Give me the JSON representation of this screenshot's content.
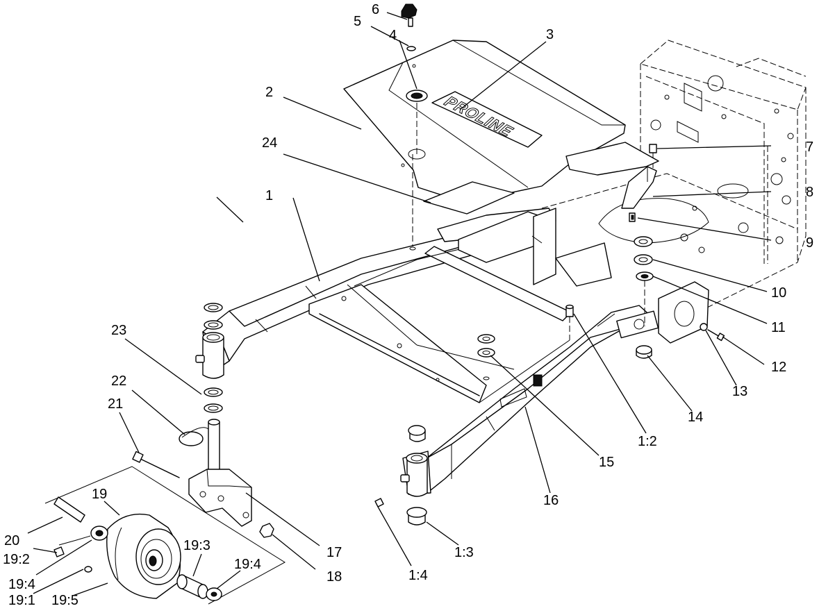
{
  "brand_text": "PROLINE",
  "callouts": {
    "c1": "1",
    "c2": "2",
    "c3": "3",
    "c4": "4",
    "c5": "5",
    "c6": "6",
    "c7": "7",
    "c8": "8",
    "c9": "9",
    "c10": "10",
    "c11": "11",
    "c12": "12",
    "c13": "13",
    "c14": "14",
    "c15": "15",
    "c16": "16",
    "c17": "17",
    "c18": "18",
    "c19": "19",
    "c20": "20",
    "c21": "21",
    "c22": "22",
    "c23": "23",
    "c24": "24",
    "c1_2": "1:2",
    "c1_3": "1:3",
    "c1_4": "1:4",
    "c19_1": "19:1",
    "c19_2": "19:2",
    "c19_3": "19:3",
    "c19_4a": "19:4",
    "c19_4b": "19:4",
    "c19_5": "19:5"
  }
}
